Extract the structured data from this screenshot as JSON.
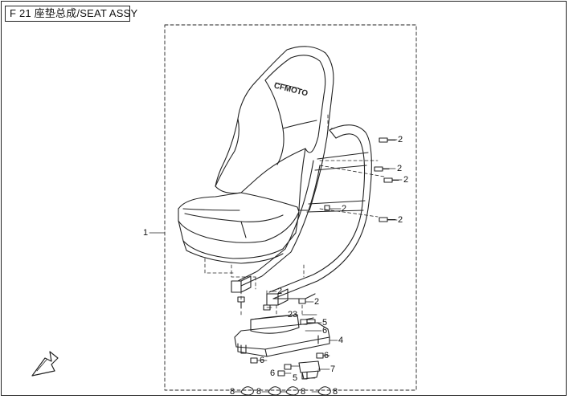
{
  "header": {
    "code": "F 21",
    "title": "座垫总成/SEAT ASSY"
  },
  "brand": {
    "seat_logo": "CFMOTO"
  },
  "callouts": [
    {
      "id": "c1",
      "text": "1"
    },
    {
      "id": "c2a",
      "text": "2"
    },
    {
      "id": "c2b",
      "text": "2"
    },
    {
      "id": "c2c",
      "text": "2"
    },
    {
      "id": "c2d",
      "text": "2"
    },
    {
      "id": "c2e",
      "text": "2"
    },
    {
      "id": "c2f",
      "text": "2"
    },
    {
      "id": "c2g",
      "text": "2"
    },
    {
      "id": "c2h",
      "text": "2"
    },
    {
      "id": "c3",
      "text": "3"
    },
    {
      "id": "c4",
      "text": "4"
    },
    {
      "id": "c5a",
      "text": "5"
    },
    {
      "id": "c5b",
      "text": "5"
    },
    {
      "id": "c6a",
      "text": "6"
    },
    {
      "id": "c6b",
      "text": "6"
    },
    {
      "id": "c6c",
      "text": "6"
    },
    {
      "id": "c6d",
      "text": "6"
    },
    {
      "id": "c7",
      "text": "7"
    },
    {
      "id": "c8a",
      "text": "8"
    },
    {
      "id": "c8b",
      "text": "8"
    },
    {
      "id": "c8c",
      "text": "8"
    },
    {
      "id": "c8d",
      "text": "8"
    }
  ],
  "icons": {
    "front_arrow": "front-direction-arrow-icon"
  },
  "colors": {
    "line": "#222222",
    "background": "#ffffff"
  }
}
